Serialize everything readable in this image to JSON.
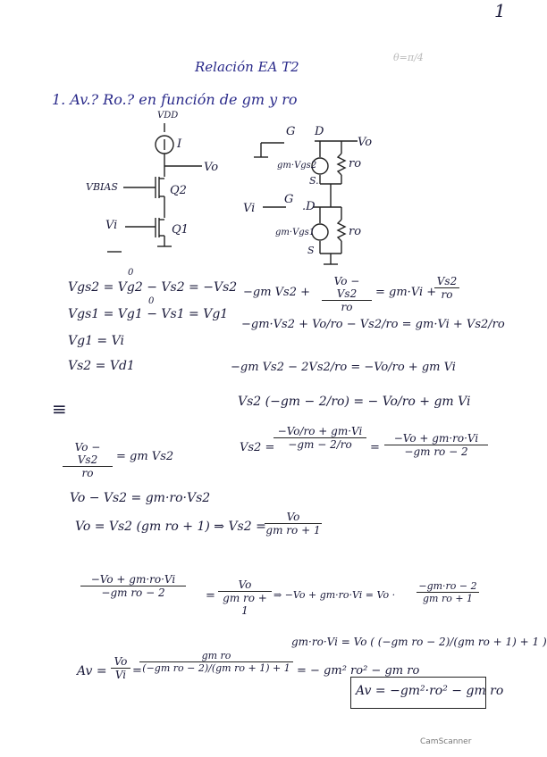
{
  "page": {
    "number": "1"
  },
  "header": {
    "title": "Relación EA T2",
    "question": "1. Av.? Ro.? en función de gm y ro",
    "scribble": "θ=π/4"
  },
  "circuit_left": {
    "vdd": "VDD",
    "source": "I",
    "vout": "Vo",
    "vbias": "VBIAS",
    "q2": "Q2",
    "vin": "Vi",
    "q1": "Q1"
  },
  "circuit_right": {
    "g1": "G",
    "d1": "D",
    "vo": "Vo",
    "gm1": "gm·Vgs2",
    "ro1": "ro",
    "s1": "S.",
    "vi": "Vi",
    "g2": "G",
    "d2": ".D",
    "gm2": "gm·Vgs1",
    "ro2": "ro",
    "s2": "S"
  },
  "left_eqs": {
    "e1": "Vgs2 = Vg2 − Vs2 = −Vs2",
    "e1_zero": "0",
    "e2": "Vgs1 = Vg1 − Vs1 = Vg1",
    "e2_zero": "0",
    "e3": "Vg1 = Vi",
    "e4": "Vs2 = Vd1",
    "mark": "≡"
  },
  "right_eqs": {
    "r1a": "−gm Vs2 +",
    "r1n": "Vo − Vs2",
    "r1d": "ro",
    "r1b": "= gm·Vi +",
    "r1n2": "Vs2",
    "r1d2": "ro",
    "r2": "−gm·Vs2 + Vo/ro − Vs2/ro = gm·Vi + Vs2/ro",
    "r3": "−gm Vs2 − 2Vs2/ro = −Vo/ro + gm Vi",
    "r4": "Vs2 (−gm − 2/ro) = − Vo/ro + gm Vi",
    "r5a": "Vs2 =",
    "r5n": "−Vo/ro + gm·Vi",
    "r5d": "−gm − 2/ro",
    "r5b": "=",
    "r5n2": "−Vo + gm·ro·Vi",
    "r5d2": "−gm ro − 2"
  },
  "mid_eqs": {
    "m1n": "Vo − Vs2",
    "m1d": "ro",
    "m1b": "= gm Vs2",
    "m2": "Vo − Vs2 = gm·ro·Vs2",
    "m3": "Vo = Vs2 (gm ro + 1)  ⇒  Vs2 =",
    "m3n": "Vo",
    "m3d": "gm ro + 1"
  },
  "bottom_eqs": {
    "b1n": "−Vo + gm·ro·Vi",
    "b1d": "−gm ro − 2",
    "b1eq": "=",
    "b1n2": "Vo",
    "b1d2": "gm ro + 1",
    "b1r": "⇒ −Vo + gm·ro·Vi = Vo ·",
    "b1rn": "−gm·ro − 2",
    "b1rd": "gm ro + 1",
    "b2": "gm·ro·Vi = Vo ( (−gm ro − 2)/(gm ro + 1) + 1 )",
    "b3a": "Av =",
    "b3n": "Vo",
    "b3d": "Vi",
    "b3eq": "=",
    "b3n2": "gm ro",
    "b3d2": "(−gm ro − 2)/(gm ro + 1) + 1",
    "b3r": "= − gm² ro² − gm ro",
    "boxed": "Av = −gm²·ro² − gm ro"
  },
  "footer": {
    "watermark": "CamScanner"
  }
}
